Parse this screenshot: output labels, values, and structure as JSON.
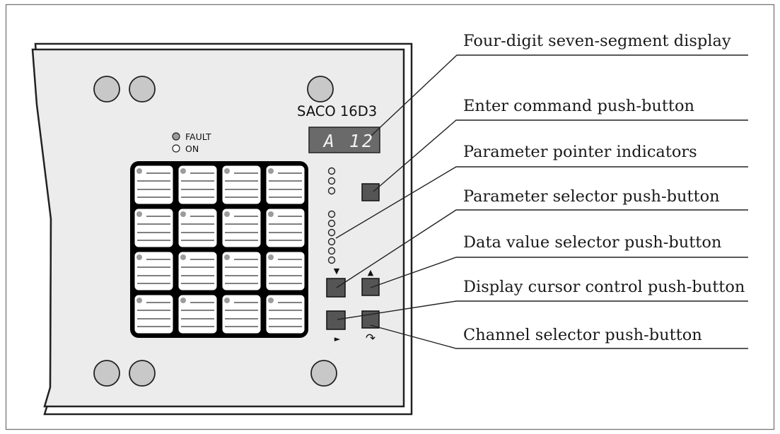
{
  "device": {
    "model": "SACO 16D3",
    "display_text": "A 12",
    "fault_label": "FAULT",
    "on_label": "ON",
    "down_arrow": "▼",
    "up_arrow": "▲",
    "right_arrow": "►",
    "channel_symbol": "↷"
  },
  "callouts": [
    {
      "label": "Four-digit seven-segment display"
    },
    {
      "label": "Enter command push-button"
    },
    {
      "label": "Parameter pointer indicators"
    },
    {
      "label": "Parameter selector push-button"
    },
    {
      "label": "Data value selector push-button"
    },
    {
      "label": "Display cursor control push-button"
    },
    {
      "label": "Channel selector push-button"
    }
  ],
  "colors": {
    "panel": "#ececec",
    "button_fill": "#555555",
    "display_bg": "#6a6a6a",
    "display_text": "#f2f2f2",
    "hole": "#c8c8c8",
    "grid": "#000000",
    "key": "#ffffff",
    "led": "#9c9c9c"
  }
}
